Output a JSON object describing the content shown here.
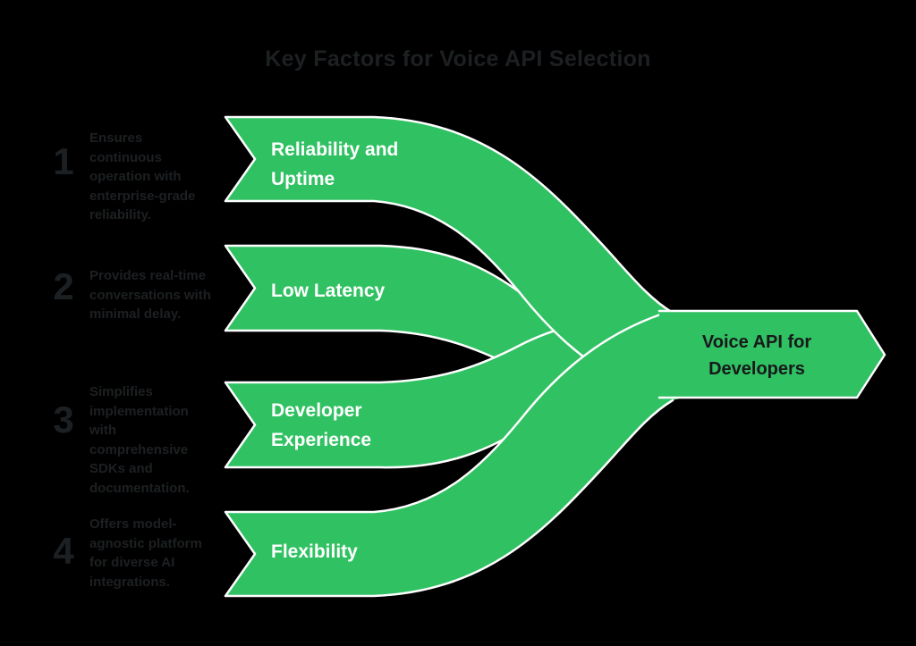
{
  "title": "Key Factors for Voice API Selection",
  "colors": {
    "background": "#000000",
    "band_green": "#30c162",
    "seam_white": "#ffffff",
    "band_label_white": "#ffffff",
    "muted_dark_text": "#1d2022",
    "result_text_dark": "#17191b"
  },
  "factors": [
    {
      "number": "1",
      "description": "Ensures continuous operation with enterprise-grade reliability.",
      "label": "Reliability and Uptime"
    },
    {
      "number": "2",
      "description": "Provides real-time conversations with minimal delay.",
      "label": "Low Latency"
    },
    {
      "number": "3",
      "description": "Simplifies implementation with comprehensive SDKs and documentation.",
      "label": "Developer Experience"
    },
    {
      "number": "4",
      "description": "Offers model-agnostic platform for diverse AI integrations.",
      "label": "Flexibility"
    }
  ],
  "result": {
    "label": "Voice API for Developers"
  }
}
